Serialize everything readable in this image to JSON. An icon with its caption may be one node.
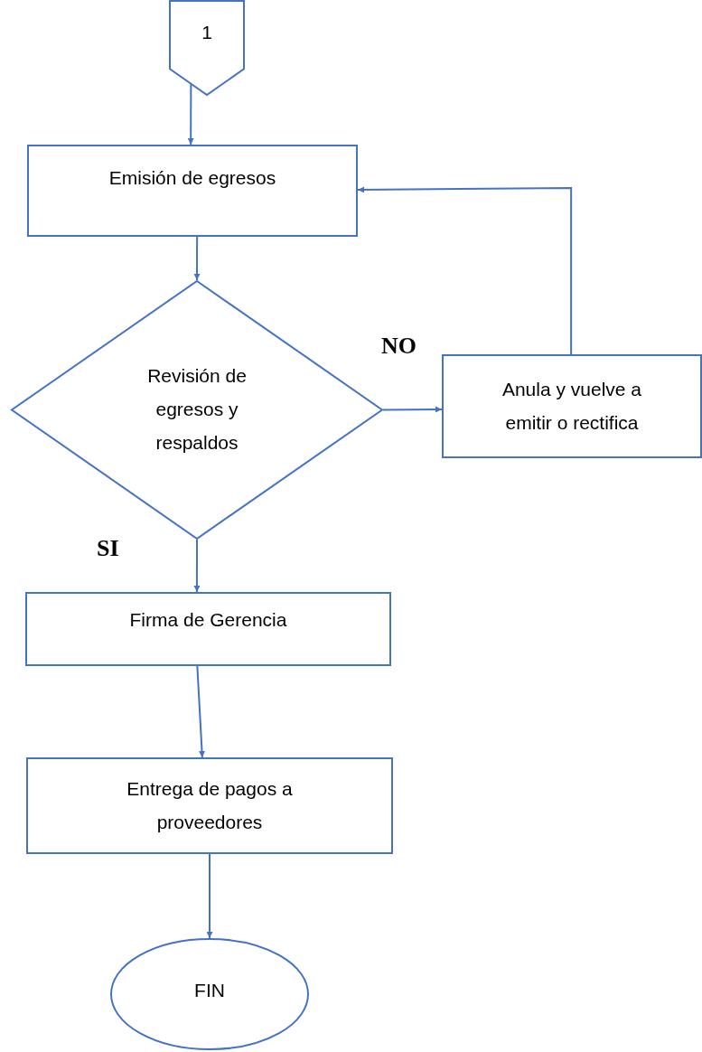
{
  "diagram": {
    "nodes": [
      {
        "text": [
          "1"
        ]
      },
      {
        "text": [
          "Emisión de egresos"
        ]
      },
      {
        "text": [
          "Revisión de egresos y respaldos"
        ]
      },
      {
        "text": [
          "Anula y vuelve a emitir o rectifica"
        ]
      },
      {
        "text": [
          "Firma de Gerencia"
        ]
      },
      {
        "text": [
          "Entrega de pagos a proveedores"
        ]
      },
      {
        "text": [
          "FIN"
        ]
      }
    ],
    "edges": [
      {
        "from": 0,
        "to": 1,
        "arrow": "to"
      },
      {
        "from": 1,
        "to": 2,
        "arrow": "to"
      },
      {
        "from": 2,
        "to": 3,
        "arrow": "to",
        "label": "NO"
      },
      {
        "from": 3,
        "to": 1,
        "arrow": "to"
      },
      {
        "from": 2,
        "to": 4,
        "arrow": "to",
        "label": "SI"
      },
      {
        "from": 4,
        "to": 5,
        "arrow": "to"
      },
      {
        "from": 5,
        "to": 6,
        "arrow": "to"
      }
    ]
  }
}
